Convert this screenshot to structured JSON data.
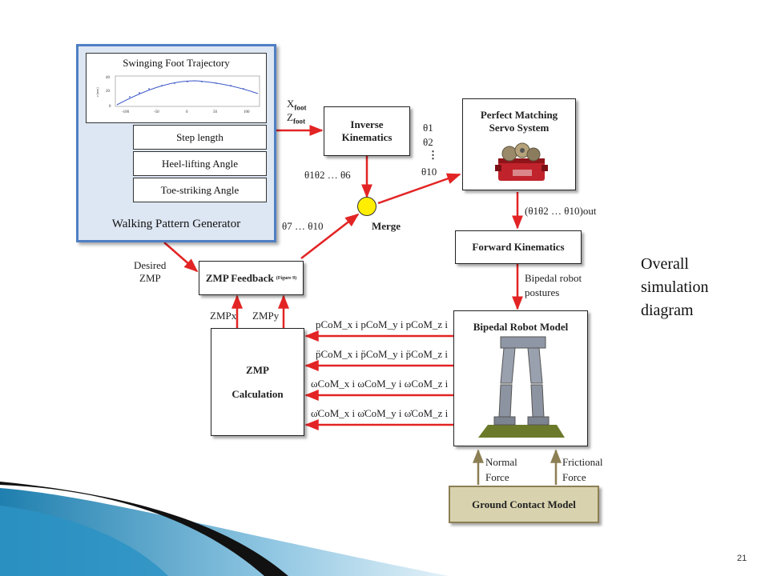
{
  "slide": {
    "caption_lines": [
      "Overall",
      "simulation",
      "diagram"
    ],
    "page_number": "21"
  },
  "walking_pattern_generator": {
    "title": "Walking Pattern Generator",
    "trajectory_title": "Swinging Foot Trajectory",
    "chart_ylabel": "z (mm)",
    "chart_xticks": [
      "-100",
      "-50",
      "0",
      "50",
      "100"
    ],
    "chart_yticks": [
      "40",
      "20",
      "0"
    ],
    "params": [
      "Step length",
      "Heel-lifting Angle",
      "Toe-striking Angle"
    ]
  },
  "blocks": {
    "inverse_kinematics": [
      "Inverse",
      "Kinematics"
    ],
    "servo": [
      "Perfect Matching",
      "Servo System"
    ],
    "forward_kinematics": "Forward Kinematics",
    "zmp_feedback": "ZMP Feedback",
    "zmp_feedback_note": "(Figure 9)",
    "zmp_calc": [
      "ZMP",
      "Calculation"
    ],
    "robot_model": "Bipedal Robot Model",
    "ground_contact": "Ground Contact Model",
    "merge": "Merge"
  },
  "signals": {
    "x_foot": "X",
    "x_foot_sub": "foot",
    "z_foot": "Z",
    "z_foot_sub": "foot",
    "theta_list": [
      "θ1",
      "θ2",
      "⋮",
      "θ10"
    ],
    "theta_1_6": "θ1θ2 … θ6",
    "theta_7_10": "θ7 … θ10",
    "theta_out": "(θ1θ2 … θ10)out",
    "desired_zmp": [
      "Desired",
      "ZMP"
    ],
    "zmp_x": "ZMPx",
    "zmp_y": "ZMPy",
    "bipedal_postures": [
      "Bipedal robot",
      "postures"
    ],
    "normal_force": [
      "Normal",
      "Force"
    ],
    "frictional_force": [
      "Frictional",
      "Force"
    ],
    "feedback_rows": [
      "pCoM_x i pCoM_y i pCoM_z i",
      "p̈CoM_x i p̈CoM_y i p̈CoM_z i",
      "ωCoM_x i ωCoM_y i ωCoM_z i",
      "ω̇CoM_x i ω̇CoM_y i ω̇CoM_z i"
    ]
  },
  "colors": {
    "arrow": "#e32424",
    "wpg_border": "#4f7fc4",
    "wpg_fill": "#dde6f3",
    "merge_fill": "#ffee00",
    "ground_fill": "#d8d3ae",
    "ground_arrow": "#8c7f54"
  }
}
